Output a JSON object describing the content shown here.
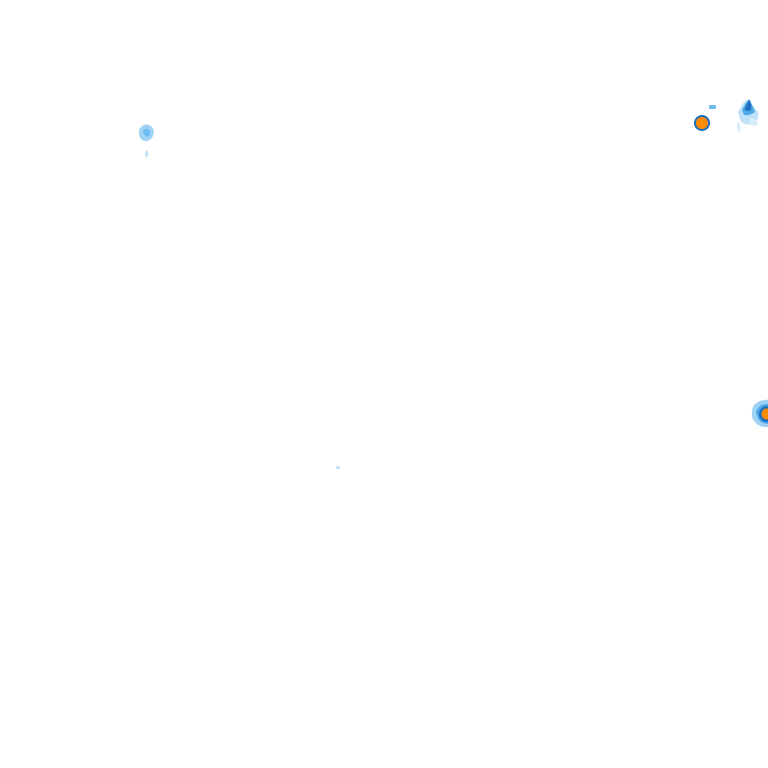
{
  "map": {
    "background_color": "#ffffff",
    "color_scale": {
      "very_light": "#d6ecfb",
      "light": "#9fd3f5",
      "medium": "#4fa9e6",
      "dark": "#1f6fc2",
      "intense": "#ff8c00",
      "outline": "#1a4f9c"
    },
    "echoes": [
      {
        "id": "echo-northwest",
        "intensity": "light"
      },
      {
        "id": "echo-north-east-core",
        "intensity": "intense"
      },
      {
        "id": "echo-north-east-cluster",
        "intensity": "medium"
      },
      {
        "id": "echo-east-edge",
        "intensity": "intense"
      },
      {
        "id": "echo-center-speck",
        "intensity": "very_light"
      }
    ]
  }
}
